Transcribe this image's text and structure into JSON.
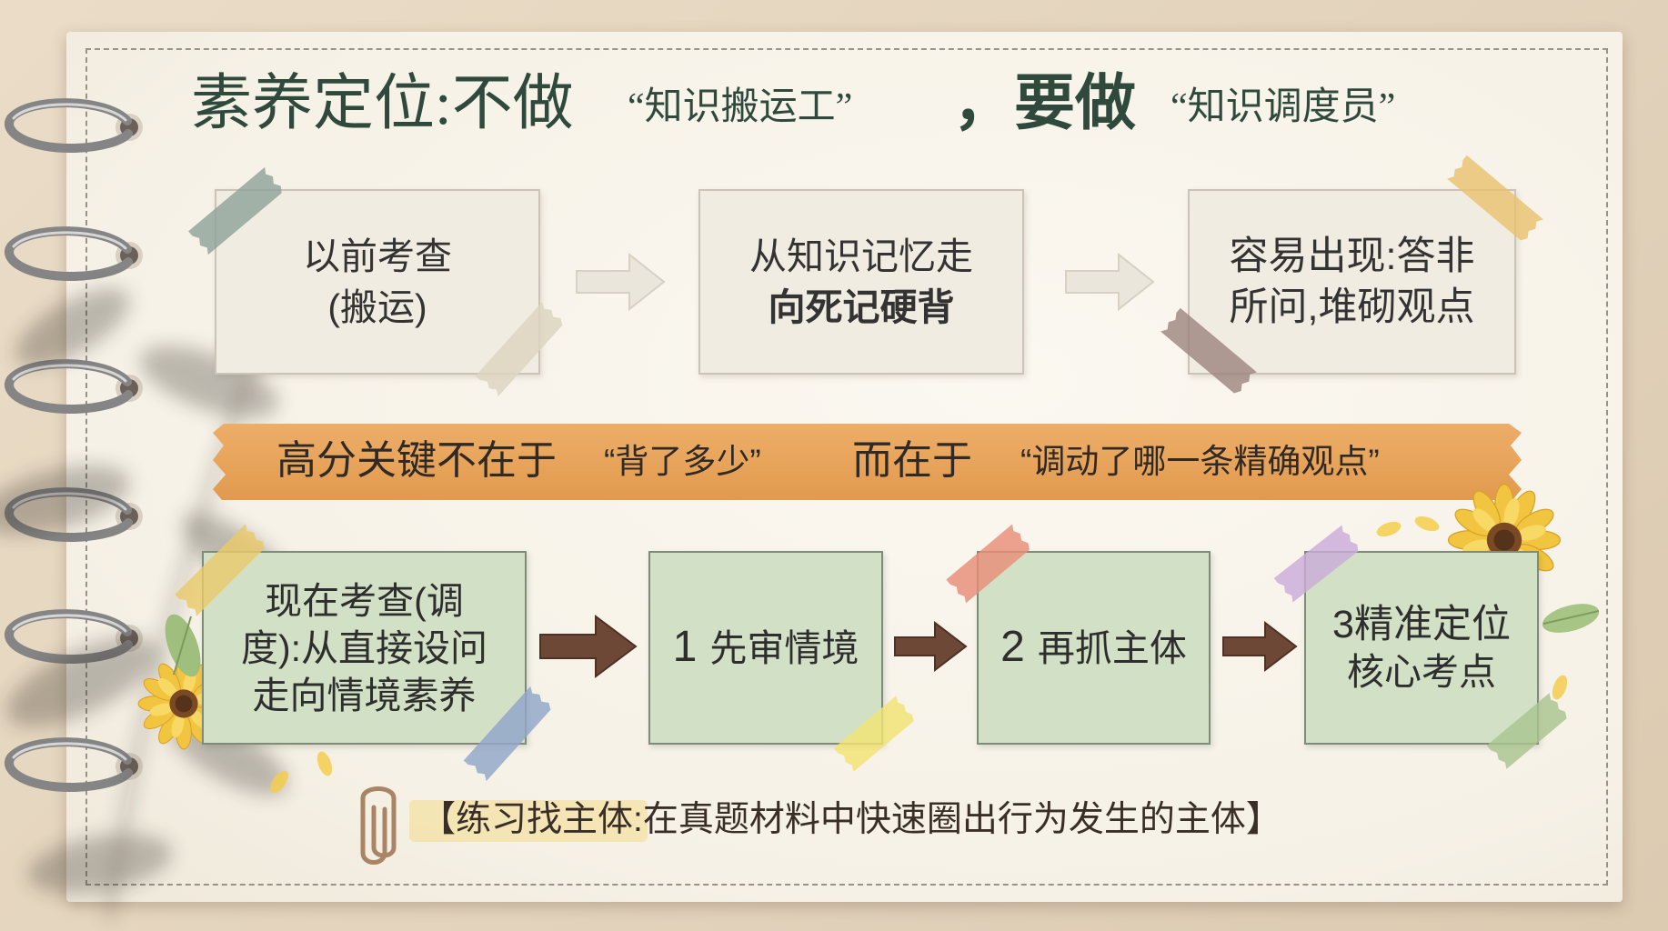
{
  "title": {
    "part1": "素养定位:不做",
    "quote1": "“知识搬运工”",
    "part2": "，要做",
    "quote2": "“知识调度员”"
  },
  "old_row": {
    "boxes": [
      {
        "lines": [
          "以前考查",
          "(搬运)"
        ]
      },
      {
        "lines": [
          "从知识记忆走",
          "向死记硬背"
        ]
      },
      {
        "lines": [
          "容易出现:答非",
          "所问,堆砌观点"
        ]
      }
    ]
  },
  "banner": {
    "part1": "高分关键不在于",
    "quote1": "“背了多少”",
    "part2": "而在于",
    "quote2": "“调动了哪一条精确观点”"
  },
  "new_row": {
    "boxes": [
      {
        "lines": [
          "现在考查(调",
          "度):从直接设问",
          "走向情境素养"
        ]
      },
      {
        "number": "1",
        "label": "先审情境"
      },
      {
        "number": "2",
        "label": "再抓主体"
      },
      {
        "lines": [
          "3精准定位",
          "核心考点"
        ]
      }
    ]
  },
  "practice_note": "【练习找主体:在真题材料中快速圈出行为发生的主体】",
  "colors": {
    "title": "#2f4a3c",
    "banner": "#e8a45b",
    "old_box": "#f1ece1",
    "new_box": "#d2e1c5",
    "arrow_dark": "#6e4836",
    "highlight": "#f5d877"
  }
}
